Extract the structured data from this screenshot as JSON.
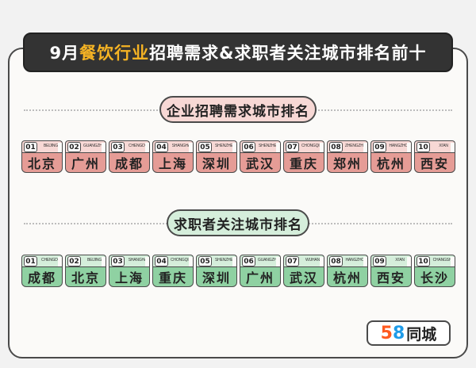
{
  "title": {
    "prefix": "9月",
    "highlight": "餐饮行业",
    "suffix": "招聘需求&求职者关注城市排名前十"
  },
  "sections": [
    {
      "title": "企业招聘需求城市排名",
      "color": "#e59c96",
      "ribbon_color": "#f7d8d5",
      "items": [
        {
          "rank": "01",
          "pinyin": "BEIJING",
          "city": "北京"
        },
        {
          "rank": "02",
          "pinyin": "GUANGZHOU",
          "city": "广州"
        },
        {
          "rank": "03",
          "pinyin": "CHENGDU",
          "city": "成都"
        },
        {
          "rank": "04",
          "pinyin": "SHANGHAI",
          "city": "上海"
        },
        {
          "rank": "05",
          "pinyin": "SHENZHEN",
          "city": "深圳"
        },
        {
          "rank": "06",
          "pinyin": "SHENZHEN",
          "city": "武汉"
        },
        {
          "rank": "07",
          "pinyin": "CHONGQING",
          "city": "重庆"
        },
        {
          "rank": "08",
          "pinyin": "ZHENGZHOU",
          "city": "郑州"
        },
        {
          "rank": "09",
          "pinyin": "HANGZHOU",
          "city": "杭州"
        },
        {
          "rank": "10",
          "pinyin": "XI'AN",
          "city": "西安"
        }
      ]
    },
    {
      "title": "求职者关注城市排名",
      "color": "#8fd1a2",
      "ribbon_color": "#d5eedb",
      "items": [
        {
          "rank": "01",
          "pinyin": "CHENGDU",
          "city": "成都"
        },
        {
          "rank": "02",
          "pinyin": "BEIJING",
          "city": "北京"
        },
        {
          "rank": "03",
          "pinyin": "SHANGHAI",
          "city": "上海"
        },
        {
          "rank": "04",
          "pinyin": "CHONGQING",
          "city": "重庆"
        },
        {
          "rank": "05",
          "pinyin": "SHENZHEN",
          "city": "深圳"
        },
        {
          "rank": "06",
          "pinyin": "GUANGZHOU",
          "city": "广州"
        },
        {
          "rank": "07",
          "pinyin": "WUHAN",
          "city": "武汉"
        },
        {
          "rank": "08",
          "pinyin": "HANGZHOU",
          "city": "杭州"
        },
        {
          "rank": "09",
          "pinyin": "XI'AN",
          "city": "西安"
        },
        {
          "rank": "10",
          "pinyin": "CHANGSHA",
          "city": "长沙"
        }
      ]
    }
  ],
  "logo": {
    "five": "5",
    "eight": "8",
    "text": "同城"
  }
}
